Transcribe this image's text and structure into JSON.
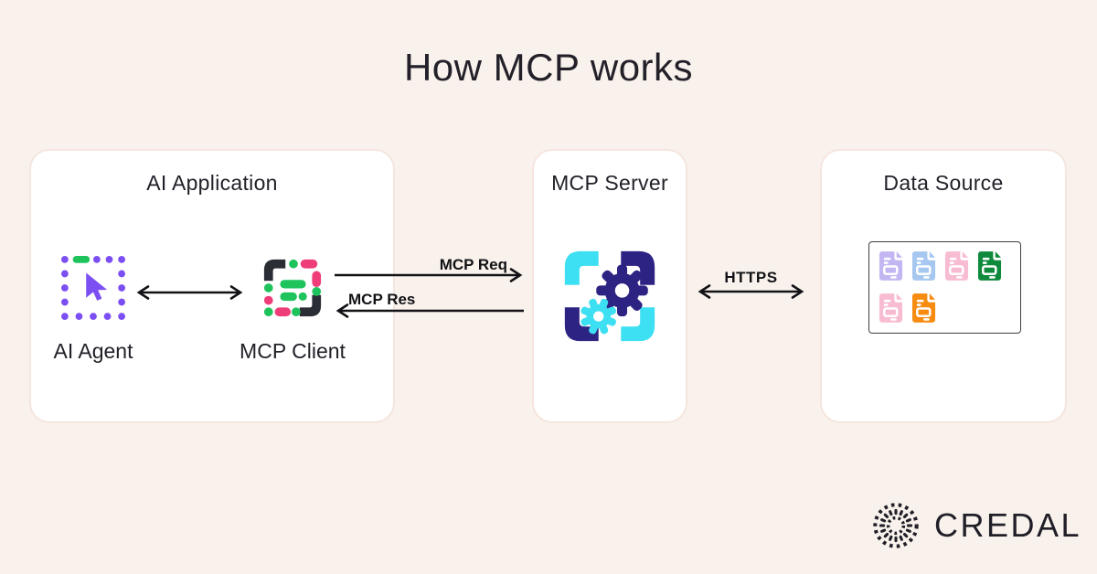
{
  "page": {
    "title": "How MCP works"
  },
  "colors": {
    "background": "#f9f2ec",
    "card_border": "#f5e5de",
    "text": "#232029",
    "arrow": "#121216",
    "purple": "#7c4ff2",
    "green": "#1ec35b",
    "pink": "#ee3d79",
    "dark": "#2b2d35",
    "cyan": "#3ddff2",
    "navy": "#2d2383",
    "logo": "#201e27"
  },
  "cards": {
    "ai_application": {
      "title": "AI Application",
      "agent_label": "AI Agent",
      "client_label": "MCP Client"
    },
    "mcp_server": {
      "title": "MCP Server"
    },
    "data_source": {
      "title": "Data Source",
      "documents": [
        {
          "name": "document-lavender",
          "color": "#c3b6f2"
        },
        {
          "name": "document-blue",
          "color": "#a6c7ef"
        },
        {
          "name": "document-pink",
          "color": "#f8bcd2"
        },
        {
          "name": "document-green",
          "color": "#0f8a3d"
        },
        {
          "name": "document-pink",
          "color": "#f8bcd2"
        },
        {
          "name": "document-orange",
          "color": "#f78c11"
        }
      ]
    }
  },
  "arrows": {
    "request_label": "MCP Req",
    "response_label": "MCP Res",
    "https_label": "HTTPS",
    "agent_client": "bidirectional",
    "server_data": "bidirectional"
  },
  "branding": {
    "logo_text": "CREDAL",
    "logo_icon": "credal-iris-icon"
  }
}
